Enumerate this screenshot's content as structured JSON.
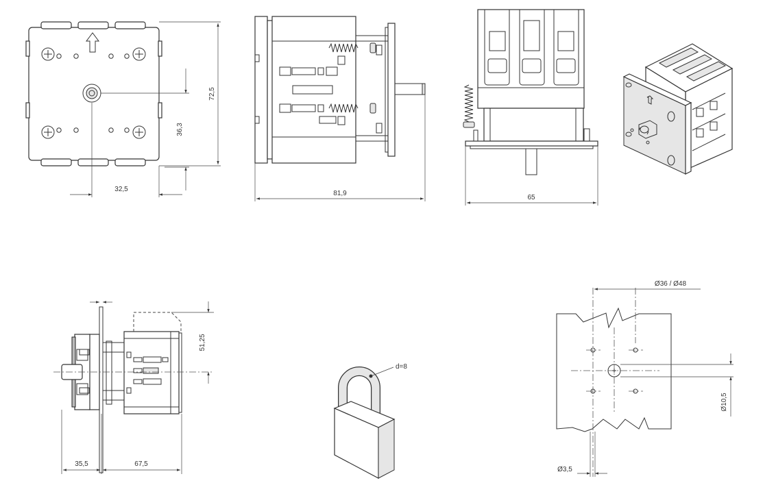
{
  "dimensions": {
    "front_height": "72,5",
    "front_center_height": "36,3",
    "front_center_width": "32,5",
    "side_depth": "81,9",
    "top_width": "65",
    "mount_height": "51,25",
    "mount_front_depth": "35,5",
    "mount_rear_depth": "67,5",
    "padlock_shackle": "d=8",
    "drill_pattern": "Ø36 / Ø48",
    "center_hole": "Ø10,5",
    "fix_hole": "Ø3,5"
  },
  "colors": {
    "line": "#333333",
    "fill_light": "#e6e6e6",
    "fill_dark": "#bbbbbb"
  }
}
